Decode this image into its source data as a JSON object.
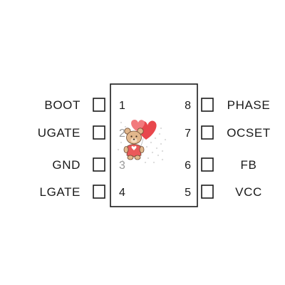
{
  "chip": {
    "colors": {
      "outline": "#1a1a1a",
      "text": "#1a1a1a",
      "pin_fill": "#ffffff",
      "body_fill": "#ffffff"
    },
    "left_pins": [
      {
        "number": "1",
        "signal": "BOOT"
      },
      {
        "number": "2",
        "signal": "UGATE"
      },
      {
        "number": "3",
        "signal": "GND"
      },
      {
        "number": "4",
        "signal": "LGATE"
      }
    ],
    "right_pins": [
      {
        "number": "8",
        "signal": "PHASE"
      },
      {
        "number": "7",
        "signal": "OCSET"
      },
      {
        "number": "6",
        "signal": "FB"
      },
      {
        "number": "5",
        "signal": "VCC"
      }
    ],
    "sticker": {
      "icon": "teddy-bear-with-heart-balloon-icon",
      "colors": {
        "heart": "#e8474c",
        "heart_light": "#f27a7d",
        "bear_fur": "#e2b78c",
        "bear_dark": "#6b4a33",
        "shirt": "#ea5a5a",
        "dots": "#c9c9c9"
      }
    }
  }
}
